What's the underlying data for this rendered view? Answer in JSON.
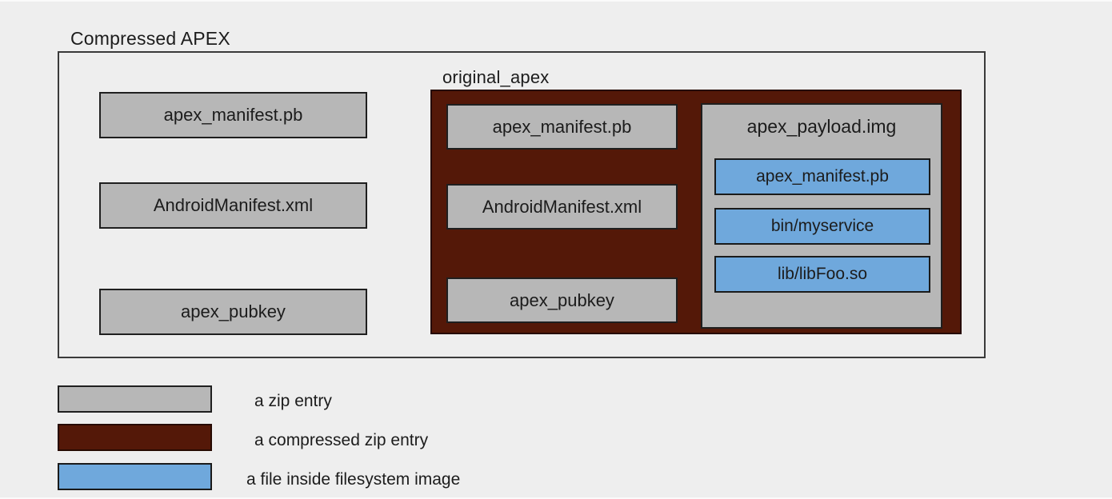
{
  "title": "Compressed APEX",
  "outer_zip_entries": [
    "apex_manifest.pb",
    "AndroidManifest.xml",
    "apex_pubkey"
  ],
  "original_apex": {
    "label": "original_apex",
    "zip_entries": [
      "apex_manifest.pb",
      "AndroidManifest.xml",
      "apex_pubkey"
    ],
    "payload": {
      "label": "apex_payload.img",
      "files": [
        "apex_manifest.pb",
        "bin/myservice",
        "lib/libFoo.so"
      ]
    }
  },
  "legend": [
    {
      "label": "a zip entry",
      "color": "#b7b7b7"
    },
    {
      "label": "a compressed zip entry",
      "color": "#541808"
    },
    {
      "label": "a file inside filesystem image",
      "color": "#6fa8dc"
    }
  ],
  "colors": {
    "background": "#eeeeee",
    "zip_entry_fill": "#b7b7b7",
    "compressed_zip_fill": "#541808",
    "filesystem_file_fill": "#6fa8dc",
    "box_border": "#1f1f1f",
    "outer_border": "#3a3a3a"
  }
}
